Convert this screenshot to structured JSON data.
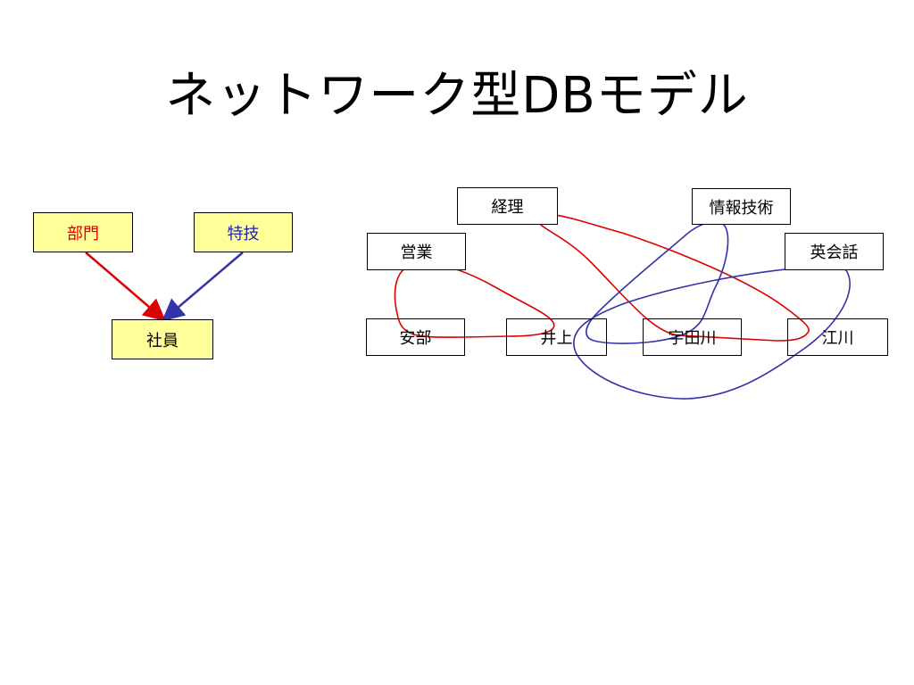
{
  "slide": {
    "title": "ネットワーク型DBモデル"
  },
  "schema": {
    "nodes": [
      {
        "id": "dept",
        "label": "部門",
        "color": "#dd0000"
      },
      {
        "id": "skill",
        "label": "特技",
        "color": "#2222aa"
      },
      {
        "id": "emp",
        "label": "社員",
        "color": "#000000"
      }
    ],
    "fill": "#ffff99"
  },
  "instances": {
    "departments": [
      "経理",
      "営業"
    ],
    "skills": [
      "情報技術",
      "英会話"
    ],
    "employees": [
      "安部",
      "井上",
      "宇田川",
      "江川"
    ]
  },
  "links": {
    "department_color": "#dd0000",
    "skill_color": "#3333aa",
    "department_of": [
      {
        "department": "営業",
        "employees": [
          "安部",
          "井上"
        ]
      },
      {
        "department": "経理",
        "employees": [
          "宇田川",
          "江川"
        ]
      }
    ],
    "skill_of": [
      {
        "skill": "情報技術",
        "employees": [
          "井上",
          "宇田川"
        ]
      },
      {
        "skill": "英会話",
        "employees": [
          "井上",
          "江川"
        ]
      }
    ]
  }
}
